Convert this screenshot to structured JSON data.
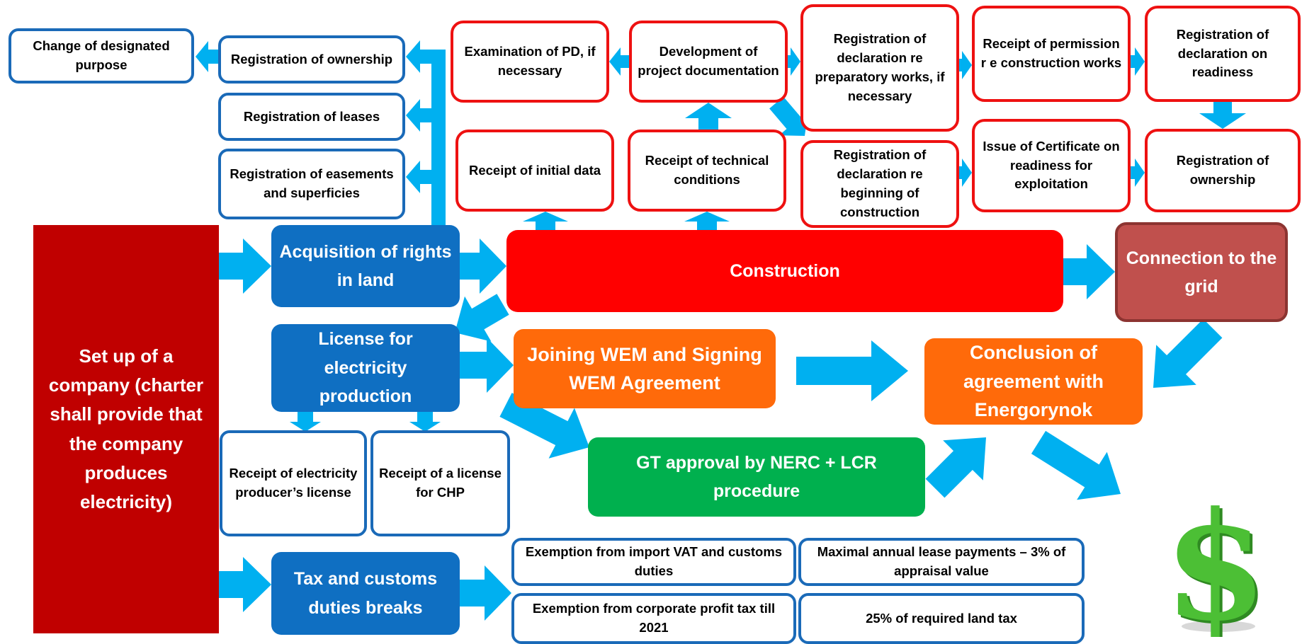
{
  "colors": {
    "arrow": "#00b0f0",
    "blue_outline": "#1a6ab8",
    "red_outline": "#ee1111",
    "blue_fill": "#0f6fc2",
    "red_fill": "#ff0000",
    "orange_fill": "#ff6a0a",
    "green_fill": "#00b04e",
    "dark_red_fill": "#c00000",
    "grid_fill": "#c0504d",
    "dollar_green": "#37a62c"
  },
  "setup": {
    "label": "Set up of a company (charter shall provide that the company produces electricity)"
  },
  "land": {
    "label": "Acquisition of rights in land",
    "change_purpose": "Change of designated purpose",
    "ownership": "Registration of ownership",
    "leases": "Registration of leases",
    "easements": "Registration of easements and superficies"
  },
  "construction": {
    "label": "Construction",
    "exam_pd": "Examination of PD, if necessary",
    "dev_pd": "Development of project documentation",
    "decl_prep": "Registration of declaration re preparatory works, if necessary",
    "permission": "Receipt of permission r e construction works",
    "decl_ready": "Registration of declaration on readiness",
    "initial_data": "Receipt of initial data",
    "tech_conditions": "Receipt of technical conditions",
    "decl_begin": "Registration of declaration re beginning of construction",
    "certificate": "Issue of Certificate on readiness for exploitation",
    "ownership": "Registration of ownership"
  },
  "grid": {
    "label": "Connection to the grid"
  },
  "license": {
    "label": "License for electricity production",
    "producer": "Receipt of electricity producer’s license",
    "chp": "Receipt of a license for CHP"
  },
  "wem": {
    "label": "Joining WEM and Signing WEM Agreement"
  },
  "energorynok": {
    "label": "Conclusion of agreement with Energorynok"
  },
  "gt": {
    "label": "GT approval by NERC + LCR procedure"
  },
  "tax": {
    "label": "Tax and customs duties breaks",
    "vat": "Exemption from import VAT and customs duties",
    "lease": "Maximal annual lease payments – 3% of appraisal value",
    "profit": "Exemption from corporate profit tax till 2021",
    "land_tax": "25% of required land tax"
  },
  "icons": {
    "dollar": "dollar-sign-icon"
  }
}
